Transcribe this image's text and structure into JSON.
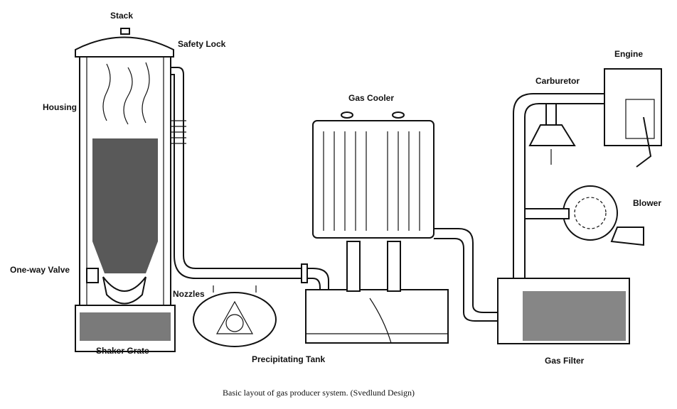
{
  "labels": {
    "stack": "Stack",
    "safety_lock": "Safety Lock",
    "housing": "Housing",
    "one_way_valve": "One-way Valve",
    "nozzles": "Nozzles",
    "shaker_grate": "Shaker Grate",
    "gas_cooler": "Gas Cooler",
    "precipitating_tank": "Precipitating Tank",
    "carburetor": "Carburetor",
    "engine": "Engine",
    "blower": "Blower",
    "gas_filter": "Gas Filter"
  },
  "caption": "Basic layout of gas producer system. (Svedlund Design)"
}
